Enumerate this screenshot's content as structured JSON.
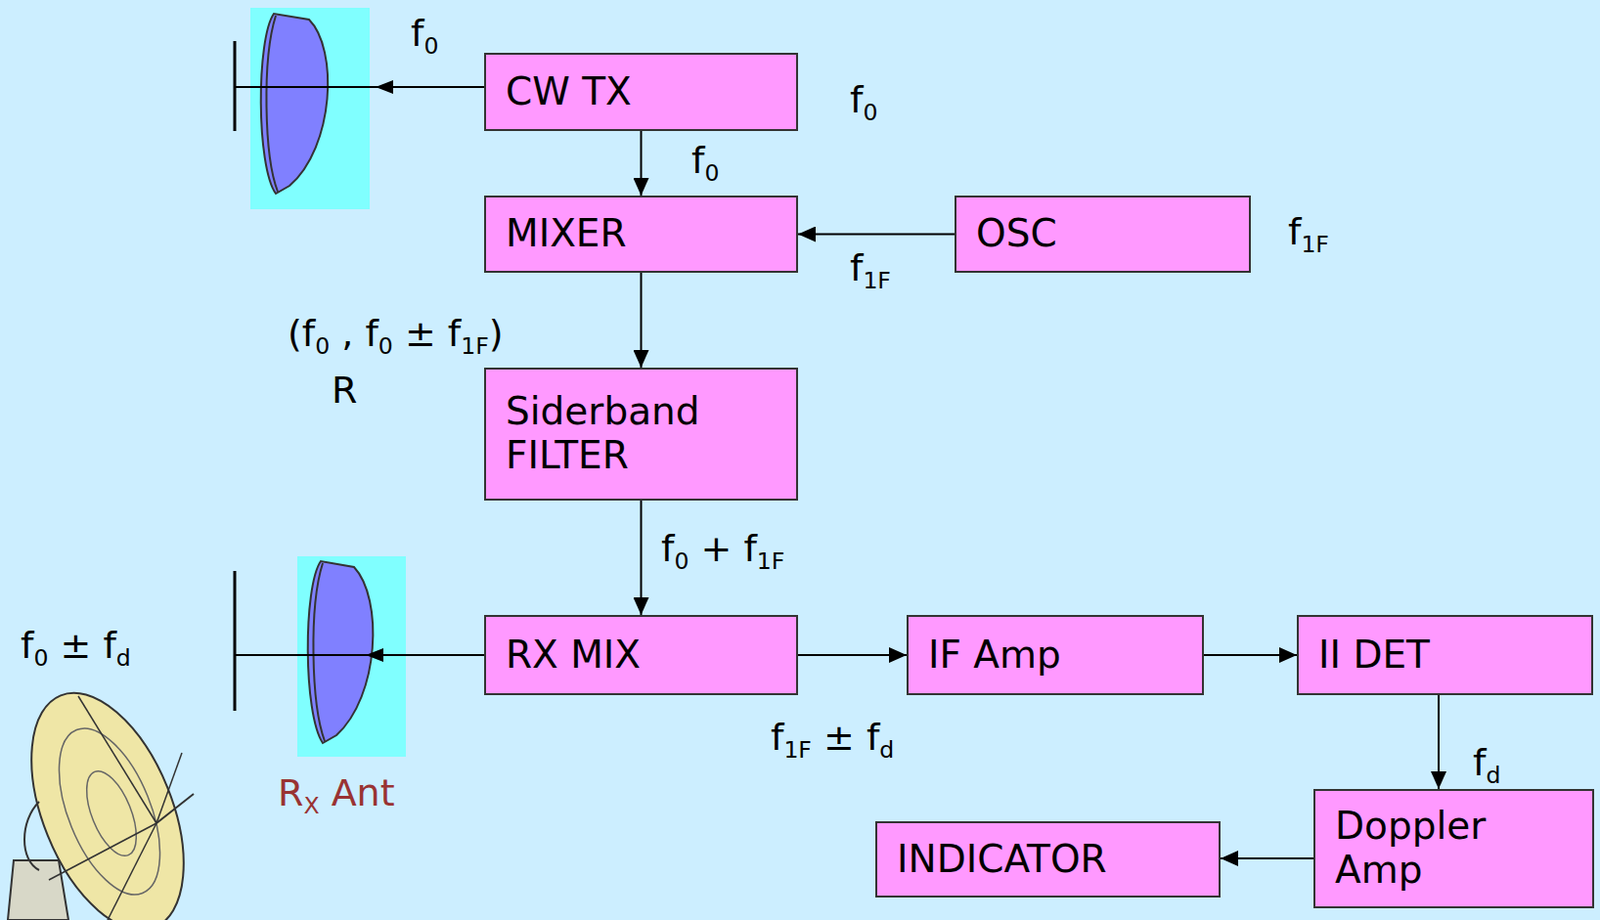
{
  "diagram": {
    "nodes": [
      {
        "text": [
          "CW TX"
        ]
      },
      {
        "text": [
          "MIXER"
        ]
      },
      {
        "text": [
          "OSC"
        ]
      },
      {
        "text": [
          "Siderband FILTER"
        ]
      },
      {
        "text": [
          "RX MIX"
        ]
      },
      {
        "text": [
          "IF Amp"
        ]
      },
      {
        "text": [
          "II DET"
        ]
      },
      {
        "text": [
          "Doppler Amp"
        ]
      },
      {
        "text": [
          "INDICATOR"
        ]
      }
    ],
    "edges": [
      {
        "from": 0,
        "to": 1,
        "arrow": "to",
        "label": "f0"
      },
      {
        "from": 2,
        "to": 1,
        "arrow": "to",
        "label": "f1F"
      },
      {
        "from": 1,
        "to": 3,
        "arrow": "to",
        "label": "(f0 , f0 ± f1F)"
      },
      {
        "from": 3,
        "to": 4,
        "arrow": "to",
        "label": "f0 + f1F"
      },
      {
        "from": 4,
        "to": 5,
        "arrow": "to",
        "label": "f1F ± fd"
      },
      {
        "from": 5,
        "to": 6,
        "arrow": "to"
      },
      {
        "from": 6,
        "to": 7,
        "arrow": "to",
        "label": "fd"
      },
      {
        "from": 7,
        "to": 8,
        "arrow": "to"
      }
    ],
    "labels": [
      "f0",
      "f0",
      "f1F",
      "R",
      "f0 ± fd",
      "RX Ant"
    ]
  }
}
